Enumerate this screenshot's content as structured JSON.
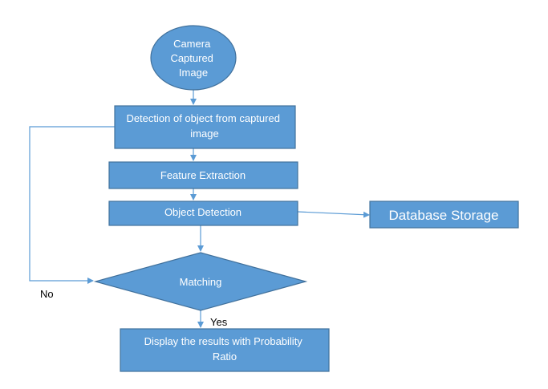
{
  "nodes": {
    "camera": {
      "lines": [
        "Camera",
        "Captured",
        "Image"
      ]
    },
    "detection_object": {
      "lines": [
        "Detection of object from captured",
        "image"
      ]
    },
    "feature_extraction": {
      "lines": [
        "Feature Extraction"
      ]
    },
    "object_detection": {
      "lines": [
        "Object Detection"
      ]
    },
    "database_storage": {
      "lines": [
        "Database Storage"
      ]
    },
    "matching": {
      "lines": [
        "Matching"
      ]
    },
    "display_results": {
      "lines": [
        "Display the results with Probability",
        "Ratio"
      ]
    }
  },
  "labels": {
    "no": "No",
    "yes": "Yes"
  },
  "colors": {
    "fill": "#5b9bd5",
    "stroke": "#41719c",
    "connector": "#5b9bd5",
    "text_on_shape": "#ffffff",
    "label_text": "#000000"
  }
}
